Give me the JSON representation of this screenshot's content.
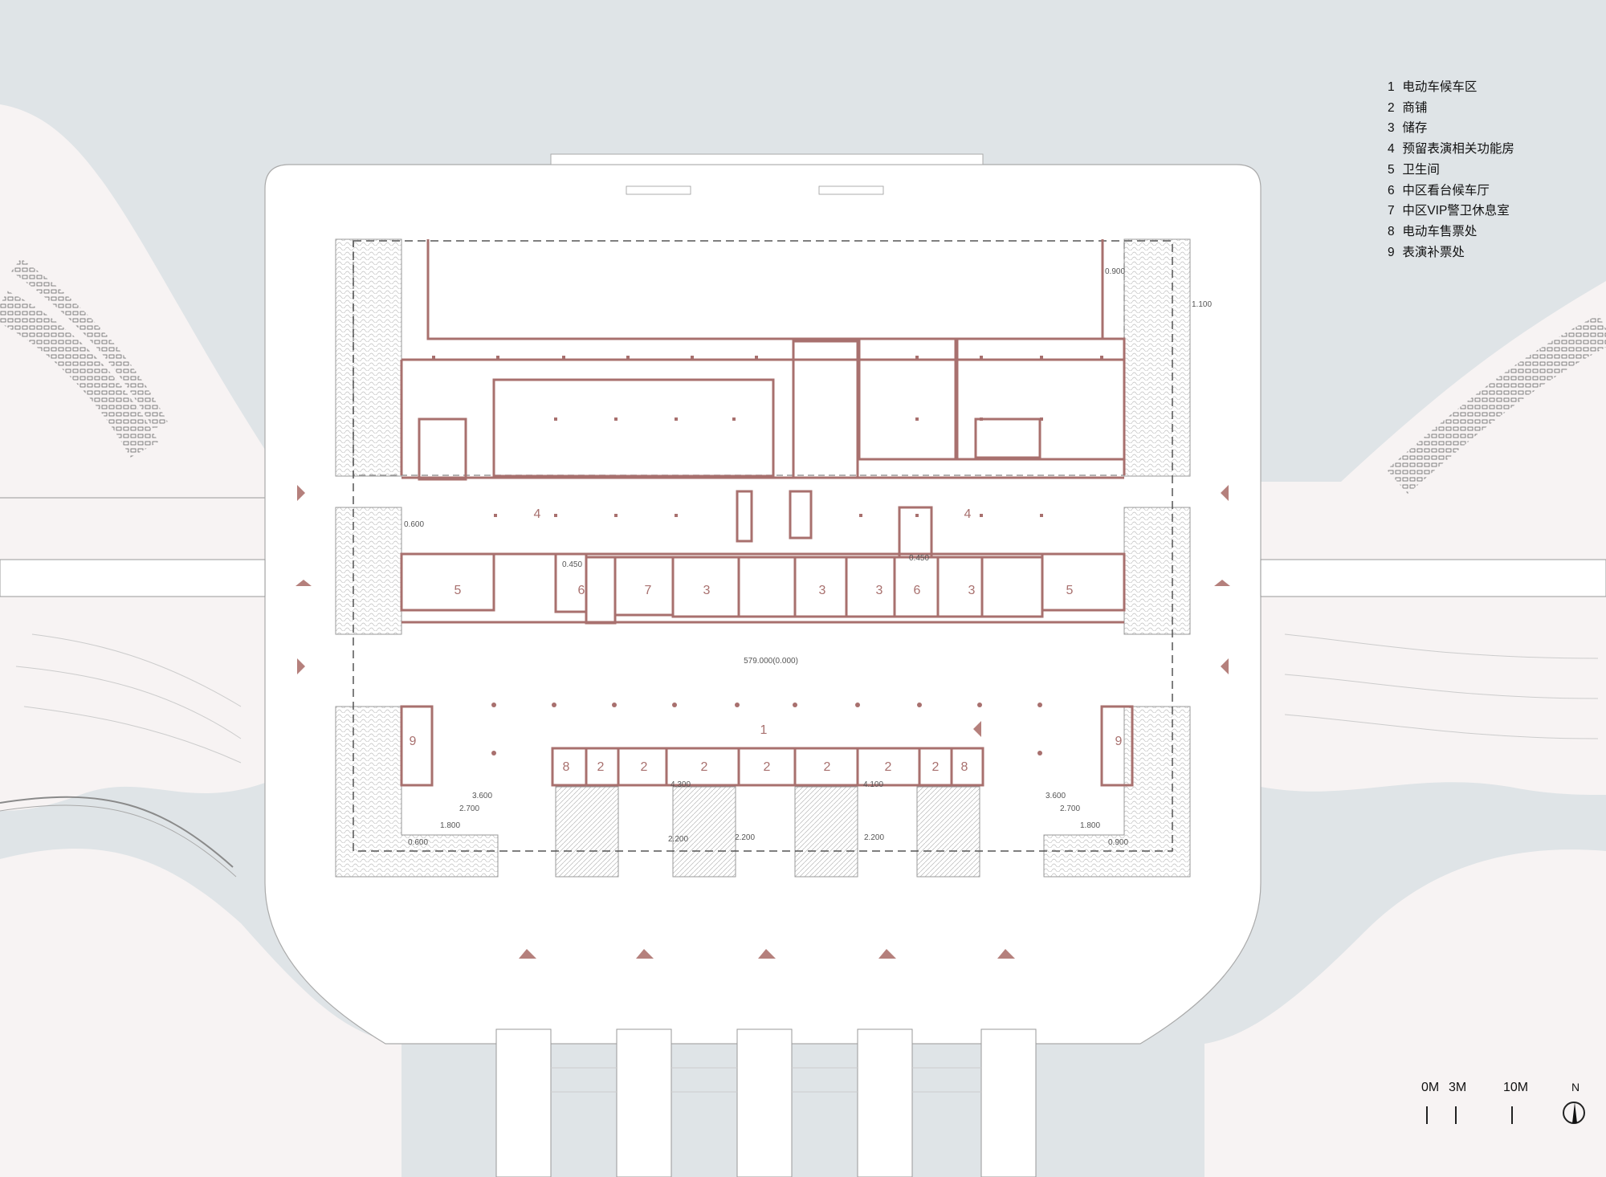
{
  "legend": {
    "items": [
      {
        "num": "1",
        "text": "电动车候车区"
      },
      {
        "num": "2",
        "text": "商铺"
      },
      {
        "num": "3",
        "text": "储存"
      },
      {
        "num": "4",
        "text": "预留表演相关功能房"
      },
      {
        "num": "5",
        "text": "卫生间"
      },
      {
        "num": "6",
        "text": "中区看台候车厅"
      },
      {
        "num": "7",
        "text": "中区VIP警卫休息室"
      },
      {
        "num": "8",
        "text": "电动车售票处"
      },
      {
        "num": "9",
        "text": "表演补票处"
      }
    ]
  },
  "scale": {
    "label_0": "0M",
    "label_3": "3M",
    "label_10": "10M"
  },
  "north": {
    "label": "N"
  },
  "rooms": {
    "r1": "1",
    "r2": "2",
    "r3": "3",
    "r4": "4",
    "r5": "5",
    "r6": "6",
    "r7": "7",
    "r8": "8",
    "r9": "9"
  },
  "levels": {
    "center": "579.000(0.000)",
    "l3600": "3.600",
    "l2700": "2.700",
    "l1800": "1.800",
    "l0900": "0.900",
    "l0450": "0.450",
    "l0600": "0.600",
    "l2200": "2.200",
    "l4100": "4.100",
    "l4300": "4.300",
    "l1100": "1.100"
  },
  "colors": {
    "wall": "#a8706e",
    "water": "#dfe4e7",
    "plaza": "#ffffff",
    "landscape": "#f7f3f3",
    "marker": "#b5807c"
  }
}
